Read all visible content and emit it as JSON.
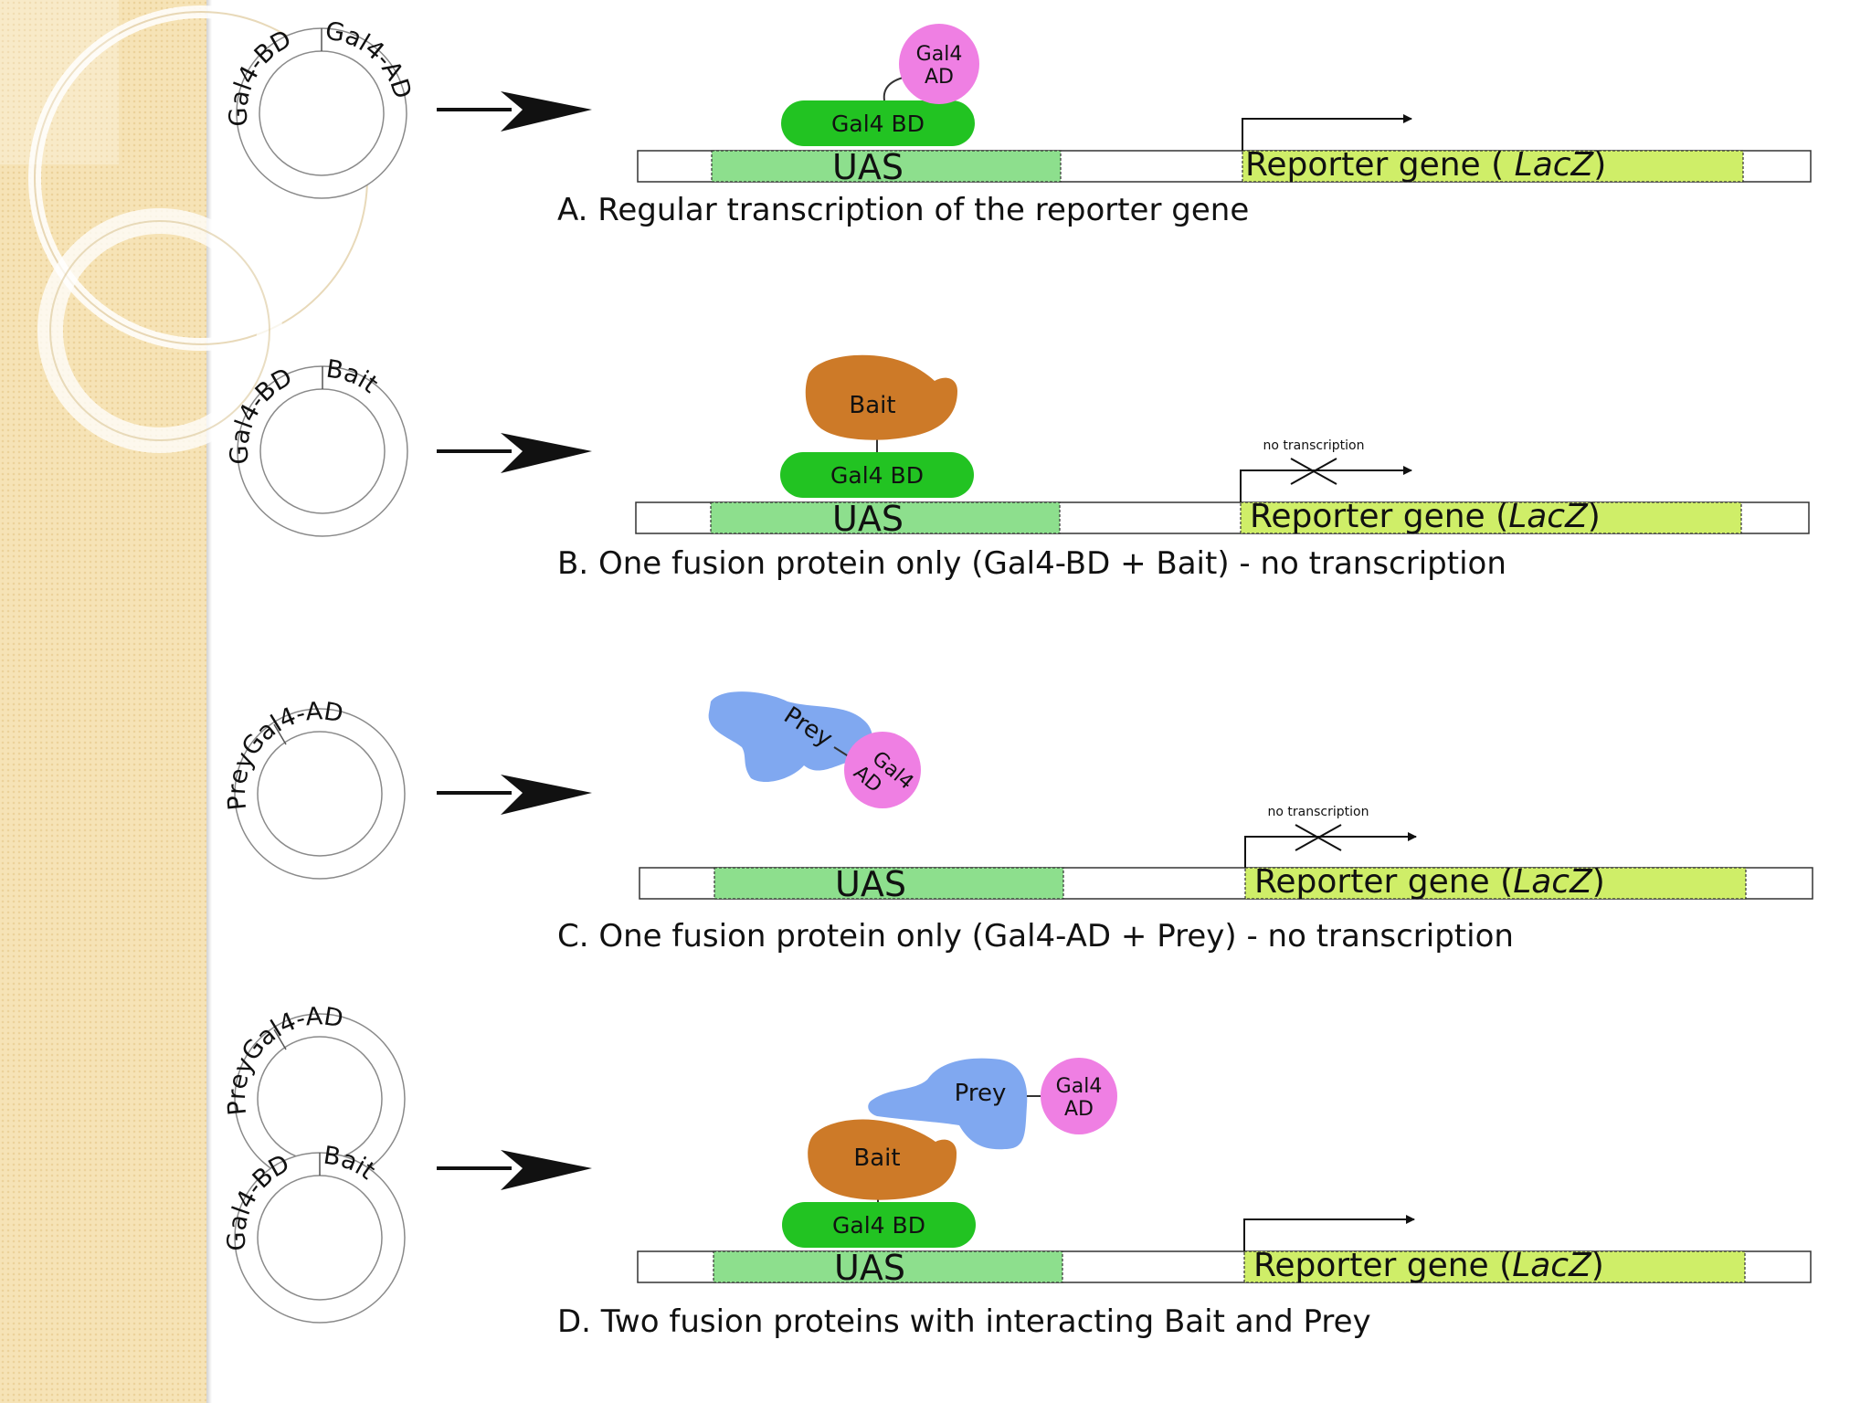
{
  "panels": [
    {
      "plasmids": [
        {
          "left": "Gal4-BD",
          "right": "Gal4-AD"
        }
      ],
      "caption": "A. Regular transcription of the reporter gene",
      "uas": "UAS",
      "reporter": {
        "prefix": "Reporter gene ( ",
        "italic": "LacZ",
        "suffix": ")"
      },
      "binding_domain": "Gal4 BD",
      "activation_domain": [
        "Gal4",
        "AD"
      ]
    },
    {
      "plasmids": [
        {
          "left": "Gal4-BD",
          "right": "Bait"
        }
      ],
      "caption": "B. One fusion protein only (Gal4-BD + Bait) - no transcription",
      "uas": "UAS",
      "reporter": {
        "prefix": "Reporter gene (",
        "italic": "LacZ",
        "suffix": ")"
      },
      "binding_domain": "Gal4 BD",
      "bait": "Bait",
      "no_transcription": "no transcription"
    },
    {
      "plasmids": [
        {
          "left": "Prey",
          "right": "Gal4-AD"
        }
      ],
      "caption": "C. One fusion protein only (Gal4-AD + Prey) - no transcription",
      "uas": "UAS",
      "reporter": {
        "prefix": "Reporter gene (",
        "italic": "LacZ",
        "suffix": ")"
      },
      "prey": "Prey",
      "activation_domain": [
        "Gal4",
        "AD"
      ],
      "no_transcription": "no transcription"
    },
    {
      "plasmids": [
        {
          "left": "Prey",
          "right": "Gal4-AD"
        },
        {
          "left": "Gal4-BD",
          "right": "Bait"
        }
      ],
      "plus": "+",
      "caption": "D. Two fusion proteins with interacting Bait and Prey",
      "uas": "UAS",
      "reporter": {
        "prefix": "Reporter gene (",
        "italic": "LacZ",
        "suffix": ")"
      },
      "binding_domain": "Gal4 BD",
      "bait": "Bait",
      "prey": "Prey",
      "activation_domain": [
        "Gal4",
        "AD"
      ]
    }
  ],
  "colors": {
    "gal4_bd": "#22c322",
    "gal4_ad": "#ef7fe3",
    "bait": "#cd7a28",
    "prey": "#80a8f0",
    "uas_fill": "#8ddf8d",
    "reporter_fill": "#cfee68"
  }
}
